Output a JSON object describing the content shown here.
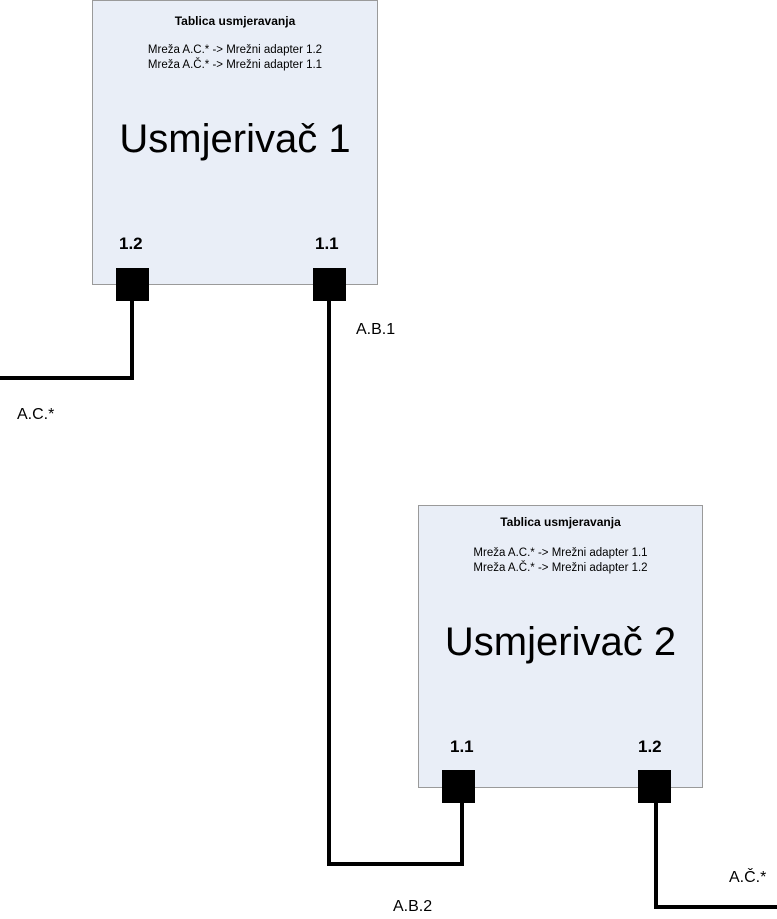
{
  "routers": [
    {
      "name": "Usmjerivač 1",
      "table_title": "Tablica usmjeravanja",
      "routes": [
        "Mreža A.C.* -> Mrežni adapter 1.2",
        "Mreža A.Č.* -> Mrežni adapter 1.1"
      ],
      "port_left": "1.2",
      "port_right": "1.1"
    },
    {
      "name": "Usmjerivač 2",
      "table_title": "Tablica usmjeravanja",
      "routes": [
        "Mreža A.C.* -> Mrežni adapter 1.1",
        "Mreža A.Č.* -> Mrežni adapter 1.2"
      ],
      "port_left": "1.1",
      "port_right": "1.2"
    }
  ],
  "networks": {
    "ab1": "A.B.1",
    "ac": "A.C.*",
    "ab2": "A.B.2",
    "ach": "A.Č.*"
  },
  "colors": {
    "box_fill": "#e9eef7",
    "box_border": "#9a9a9a",
    "wire": "#000000"
  }
}
